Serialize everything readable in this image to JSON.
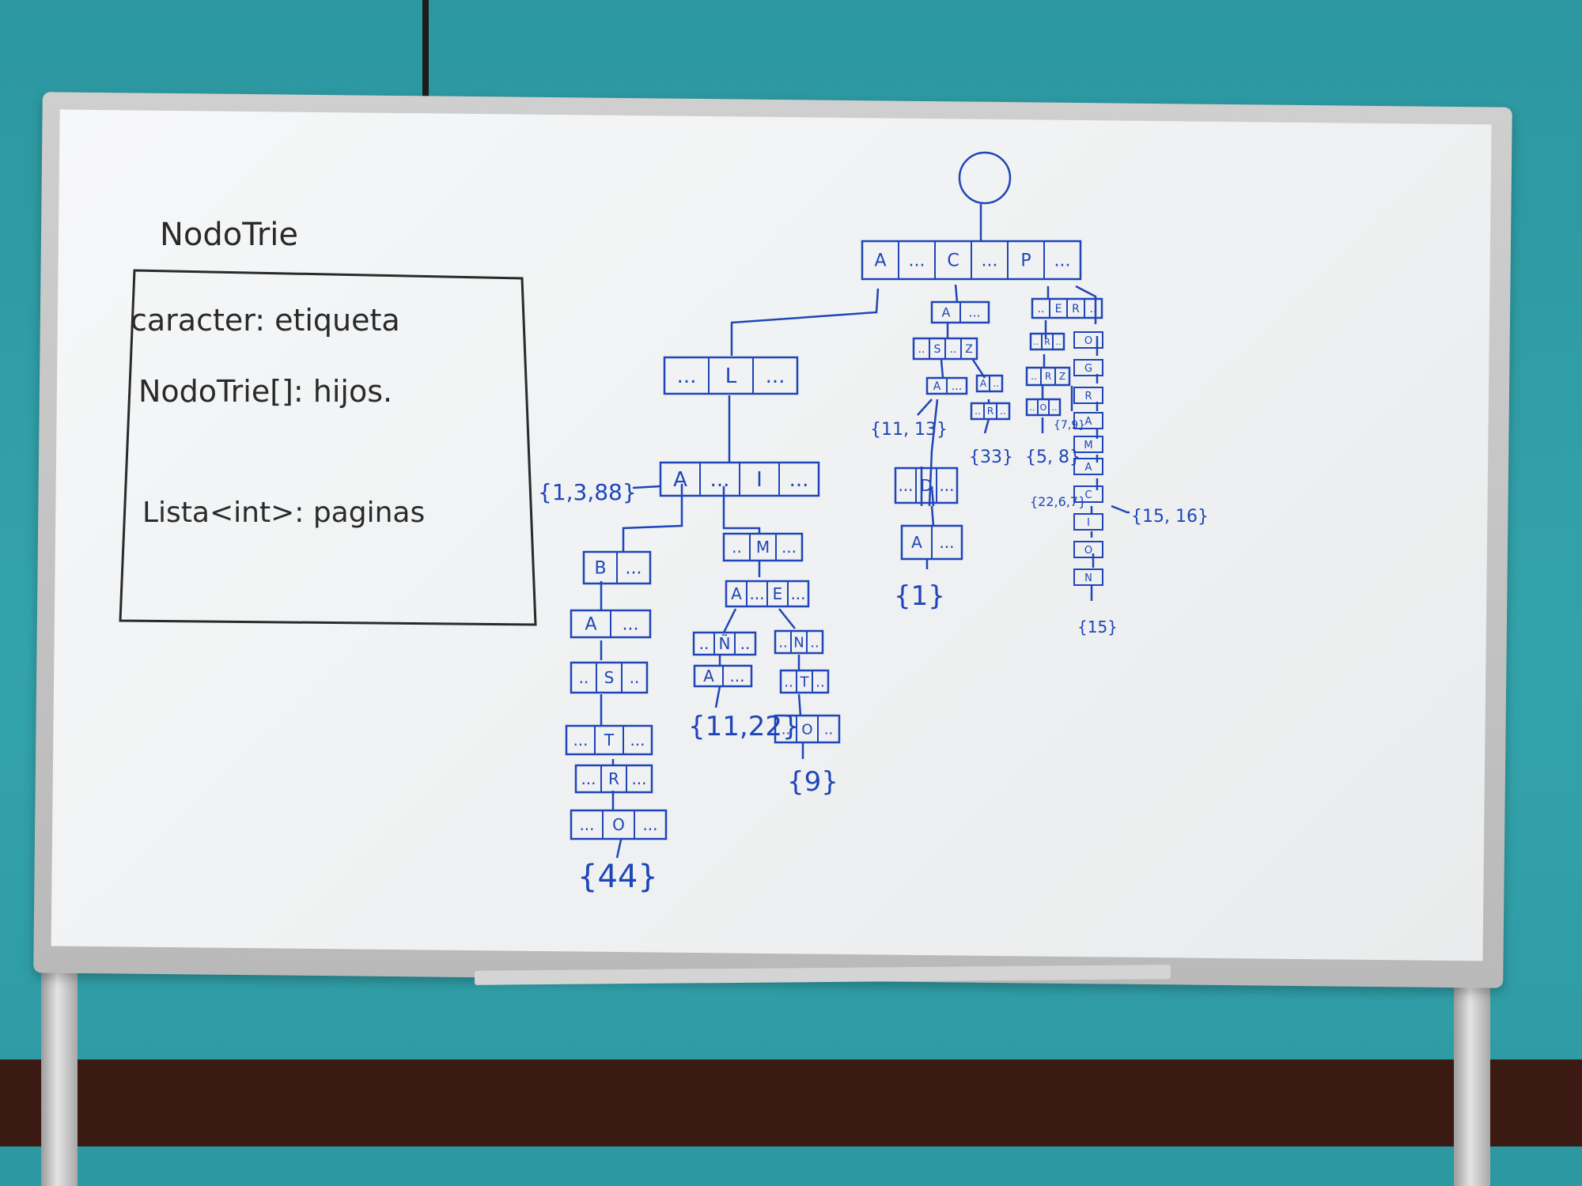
{
  "class_box": {
    "title": "NodoTrie",
    "field_1": "caracter: etiqueta",
    "field_2": "NodoTrie[]: hijos.",
    "field_3": "Lista<int>: paginas"
  },
  "trie": {
    "root_node": [
      "A",
      "...",
      "C",
      "...",
      "P",
      "..."
    ],
    "n_L": [
      "...",
      "L",
      "..."
    ],
    "n_AI": [
      "A",
      "...",
      "I",
      "..."
    ],
    "pages_AL": "{1,3,88}",
    "n_B": [
      "B",
      "..."
    ],
    "n_A_basic": [
      "A",
      "..."
    ],
    "n_S": [
      "..",
      "S",
      ".."
    ],
    "n_T": [
      "...",
      "T",
      "..."
    ],
    "n_R": [
      "...",
      "R",
      "..."
    ],
    "n_O": [
      "...",
      "O",
      "..."
    ],
    "pages_albastro": "{44}",
    "n_M": [
      "..",
      "M",
      "..."
    ],
    "n_AE": [
      "A",
      "...",
      "E",
      "..."
    ],
    "n_N_tilde": [
      "..",
      "Ñ",
      ".."
    ],
    "n_A_an": [
      "A",
      "..."
    ],
    "pages_aliman": "{11,22}",
    "n_N": [
      "..",
      "N",
      ".."
    ],
    "n_T2": [
      "..",
      "T",
      ".."
    ],
    "n_O2": [
      "..",
      "O",
      ".."
    ],
    "pages_aliento": "{9}",
    "n_C_A": [
      "A",
      "..."
    ],
    "n_SZ": [
      "..",
      "S",
      "..",
      "Z"
    ],
    "n_CAS_A": [
      "A",
      "..."
    ],
    "pages_casa": "{11, 13}",
    "n_D": [
      "...",
      "D",
      "..."
    ],
    "n_DA": [
      "A",
      "..."
    ],
    "pages_casada": "{1}",
    "n_CAZ_A": [
      "A",
      ".."
    ],
    "n_R_caz": [
      "..",
      "R",
      ".."
    ],
    "pages_cazar": "{33}",
    "n_P_ER": [
      "..",
      "E",
      "R",
      ".."
    ],
    "n_P_R": [
      "..",
      "R",
      ".."
    ],
    "n_P_RZ": [
      "..",
      "R",
      "Z"
    ],
    "n_P_O": [
      "..",
      "O",
      ".."
    ],
    "pages_8": "{5, 8}",
    "pages_small": "{7,9}",
    "p_chain": [
      "O",
      "G",
      "R",
      "A",
      "M",
      "A",
      "C",
      "I",
      "O",
      "N"
    ],
    "pages_prog": "{22,6,7}",
    "pages_right": "{15, 16}",
    "pages_bottom": "{15}"
  },
  "colors": {
    "marker_black": "#2a2a2a",
    "marker_blue": "#1f45b8"
  }
}
